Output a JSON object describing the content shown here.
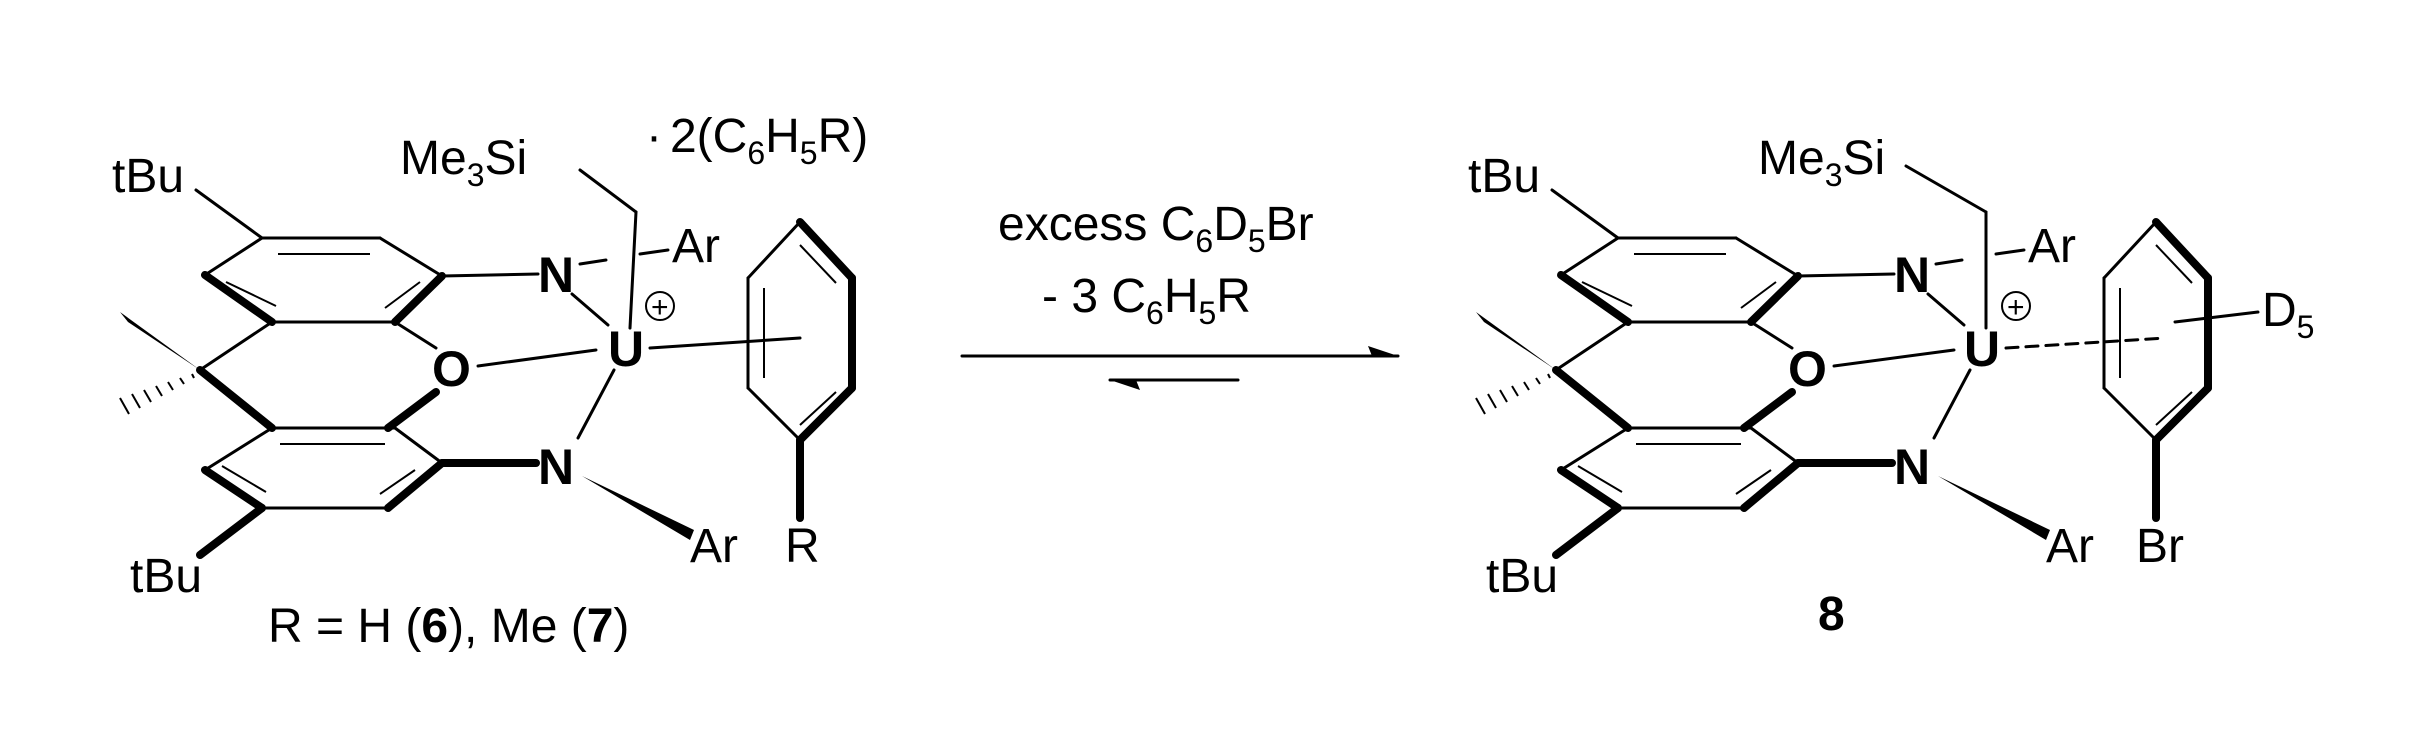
{
  "reactant": {
    "tbu_top": "tBu",
    "tbu_bottom": "tBu",
    "me3si_main": "Me",
    "me3si_sub": "3",
    "me3si_tail": "Si",
    "ar_top": "Ar",
    "ar_bottom": "Ar",
    "n_top": "N",
    "n_bottom": "N",
    "o": "O",
    "u": "U",
    "charge": "+",
    "r_label": "R",
    "solvate_dot": "·",
    "solvate_a": "2(C",
    "solvate_sub1": "6",
    "solvate_b": "H",
    "solvate_sub2": "5",
    "solvate_c": "R)",
    "caption_a": "R = H (",
    "caption_b": "6",
    "caption_c": "), Me (",
    "caption_d": "7",
    "caption_e": ")"
  },
  "arrow": {
    "top_a": "excess C",
    "top_sub1": "6",
    "top_b": "D",
    "top_sub2": "5",
    "top_c": "Br",
    "bottom_a": "- 3 C",
    "bottom_sub1": "6",
    "bottom_b": "H",
    "bottom_sub2": "5",
    "bottom_c": "R"
  },
  "product": {
    "tbu_top": "tBu",
    "tbu_bottom": "tBu",
    "me3si_main": "Me",
    "me3si_sub": "3",
    "me3si_tail": "Si",
    "ar_top": "Ar",
    "ar_bottom": "Ar",
    "n_top": "N",
    "n_bottom": "N",
    "o": "O",
    "u": "U",
    "charge": "+",
    "d_main": "D",
    "d_sub": "5",
    "br": "Br",
    "compound_number": "8"
  }
}
